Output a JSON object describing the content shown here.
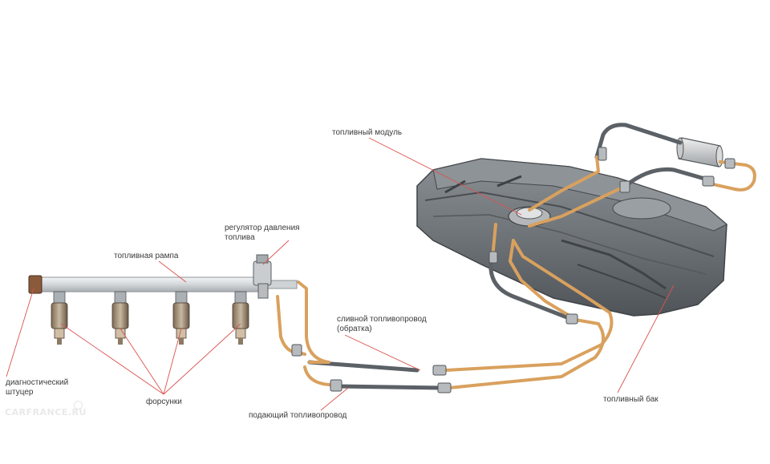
{
  "labels": {
    "fuel_module": "топливный модуль",
    "pressure_regulator_line1": "регулятор давления",
    "pressure_regulator_line2": "топлива",
    "fuel_rail": "топливная рампа",
    "return_line_line1": "сливной топливопровод",
    "return_line_line2": "(обратка)",
    "diagnostic_line1": "диагностический",
    "diagnostic_line2": "штуцер",
    "injectors": "форсунки",
    "supply_line": "подающий топливопровод",
    "fuel_tank": "топливный бак"
  },
  "watermark": "CARFRANCE.RU",
  "colors": {
    "leader": "#d9534f",
    "tube_copper": "#d9a15e",
    "hose_dark": "#5b6166",
    "tank_body": "#6c7176"
  }
}
